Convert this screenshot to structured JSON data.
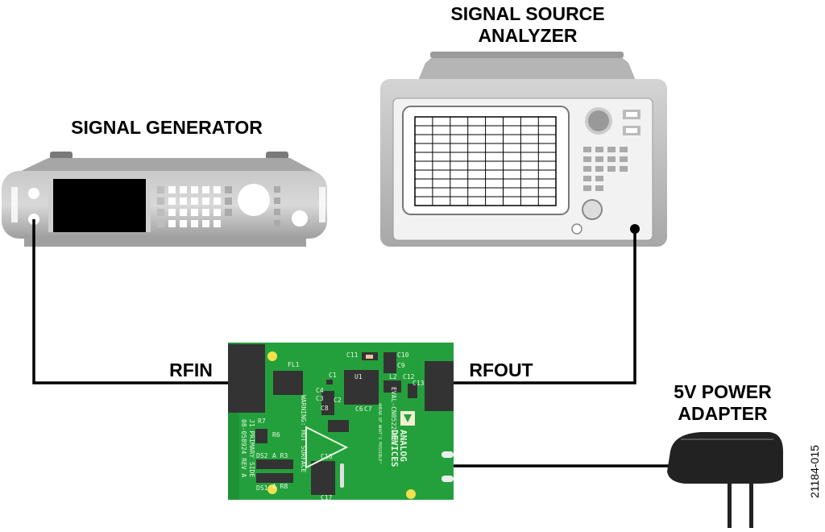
{
  "labels": {
    "analyzer_line1": "SIGNAL SOURCE",
    "analyzer_line2": "ANALYZER",
    "generator": "SIGNAL GENERATOR",
    "rfin": "RFIN",
    "rfout": "RFOUT",
    "adapter_line1": "5V POWER",
    "adapter_line2": "ADAPTER"
  },
  "figure_number": "21184-015",
  "pcb": {
    "brand_line1": "ANALOG",
    "brand_line2": "DEVICES",
    "tagline": "AHEAD OF WHAT'S POSSIBLE™",
    "board_name": "EVAL-CN0522-EBZ",
    "warning": "WARNING: HOT SURFACE",
    "side": "J1 PRIMARY SIDE",
    "rev": "08-058924 REV A",
    "refs": [
      "C11",
      "C10",
      "C9",
      "FL1",
      "C1",
      "L2",
      "C12",
      "C13",
      "C4",
      "C3",
      "C2",
      "C8",
      "C6",
      "C7",
      "U1",
      "R7",
      "R6",
      "DS2",
      "A R3",
      "DS1",
      "A R8",
      "C16",
      "C17"
    ]
  },
  "colors": {
    "pcb_green": "#23a03c",
    "device_gray": "#b9b9b9",
    "cable": "#000000"
  }
}
